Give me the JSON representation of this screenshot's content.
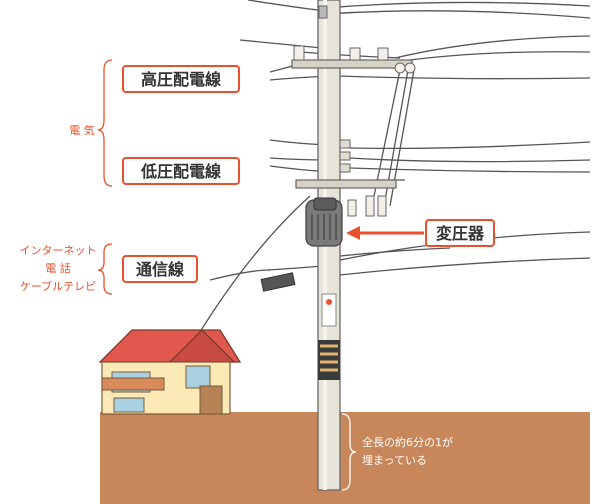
{
  "labels": {
    "high_voltage": "高圧配電線",
    "low_voltage": "低圧配電線",
    "telecom": "通信線",
    "transformer": "変圧器"
  },
  "side_labels": {
    "electricity": "電 気",
    "internet": "インターネット",
    "phone": "電 話",
    "cable_tv": "ケーブルテレビ"
  },
  "note": {
    "line1": "全長の約6分の1が",
    "line2": "埋まっている"
  },
  "colors": {
    "accent": "#e8512a",
    "ground": "#c8875a",
    "pole": "#e6e3d8",
    "roof": "#e0574e",
    "house_wall": "#fbe9b6"
  }
}
